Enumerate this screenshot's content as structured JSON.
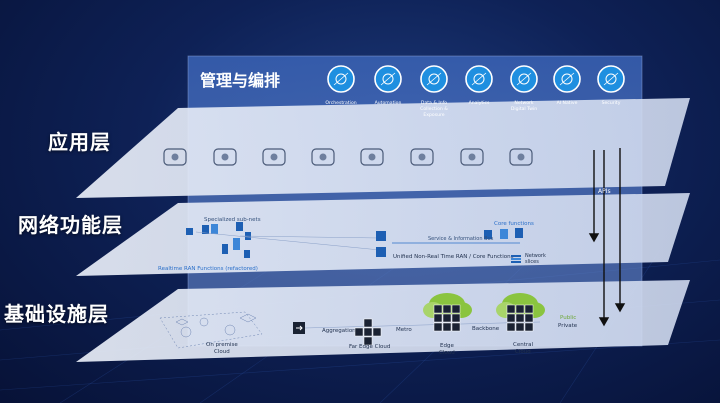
{
  "layers": [
    {
      "label": "应用层"
    },
    {
      "label": "网络功能层"
    },
    {
      "label": "基础设施层"
    }
  ],
  "management": {
    "title": "管理与编排",
    "items": [
      {
        "icon": "orchestration-icon",
        "lines": [
          "Orchestration"
        ]
      },
      {
        "icon": "automation-icon",
        "lines": [
          "Automation"
        ]
      },
      {
        "icon": "data-collection-icon",
        "lines": [
          "Data & Info",
          "Collection &",
          "Exposure"
        ]
      },
      {
        "icon": "analytics-icon",
        "lines": [
          "Analytics"
        ]
      },
      {
        "icon": "digital-twin-icon",
        "lines": [
          "Network",
          "Digital Twin"
        ]
      },
      {
        "icon": "ai-native-icon",
        "lines": [
          "AI Native"
        ]
      },
      {
        "icon": "security-shield-icon",
        "lines": [
          "Security"
        ]
      }
    ]
  },
  "app_icons": [
    "robot-arm-icon",
    "heart-monitor-icon",
    "factory-icon",
    "drone-icon",
    "car-icon",
    "gamepad-icon",
    "vr-headset-icon",
    "globe-icon"
  ],
  "network": {
    "specialized": "Specialized sub-nets",
    "ran": "Realtime RAN Functions (refactored)",
    "core": "Core functions",
    "bus": "Service & Information Bus",
    "unified": "Unified Non-Real Time RAN / Core Functions",
    "slices": [
      "Network",
      "slices"
    ]
  },
  "infra": {
    "aggregation": "Aggregation",
    "metro": "Metro",
    "backbone": "Backbone",
    "on_premise": [
      "On premise",
      "Cloud"
    ],
    "far_edge": "Far Edge Cloud",
    "edge": [
      "Edge",
      "Cloud"
    ],
    "central": [
      "Central",
      "Cloud"
    ],
    "public": "Public",
    "private": "Private"
  },
  "apis_label": "APIs",
  "colors": {
    "accent": "#2a7fd4",
    "cloud_green": "#8ac43f",
    "label_blue": "#2a6fc9"
  }
}
